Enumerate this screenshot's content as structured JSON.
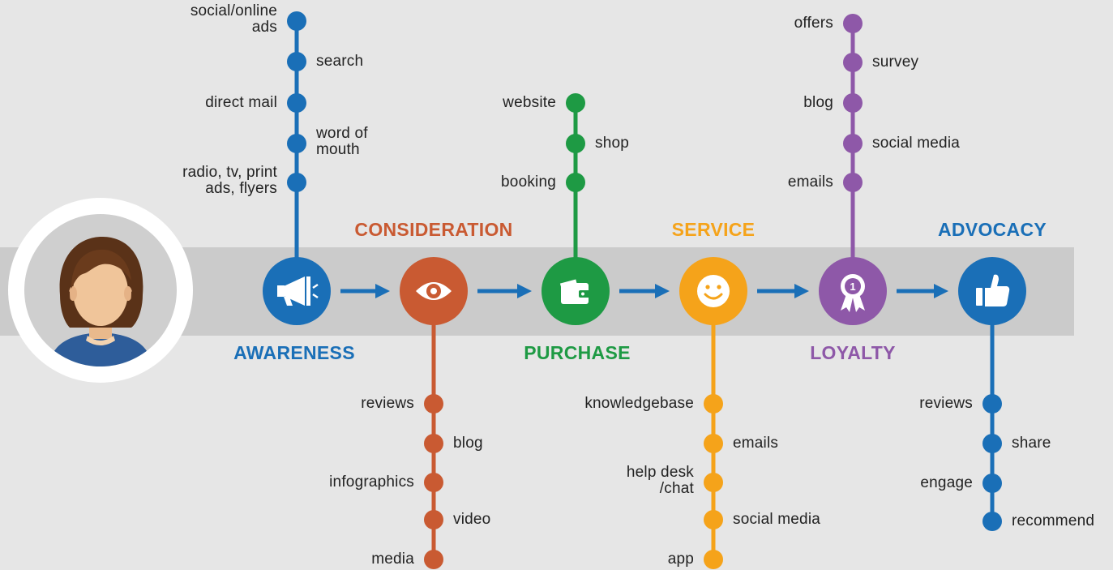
{
  "colors": {
    "awareness": "#1a6fb7",
    "consideration": "#c95a32",
    "purchase": "#1e9a44",
    "service": "#f5a31a",
    "loyalty": "#8e58a8",
    "advocacy": "#1a6fb7",
    "arrow": "#1a6fb7",
    "band": "#cbcbcb"
  },
  "stages": [
    {
      "id": "awareness",
      "title": "AWARENESS",
      "icon": "megaphone-icon",
      "touchpoints": [
        {
          "text": "social/online\nads",
          "side": "left"
        },
        {
          "text": "search",
          "side": "right"
        },
        {
          "text": "direct mail",
          "side": "left"
        },
        {
          "text": "word of\nmouth",
          "side": "right"
        },
        {
          "text": "radio, tv, print\nads, flyers",
          "side": "left"
        }
      ]
    },
    {
      "id": "consideration",
      "title": "CONSIDERATION",
      "icon": "eye-icon",
      "touchpoints": [
        {
          "text": "reviews",
          "side": "left"
        },
        {
          "text": "blog",
          "side": "right"
        },
        {
          "text": "infographics",
          "side": "left"
        },
        {
          "text": "video",
          "side": "right"
        },
        {
          "text": "media",
          "side": "left"
        }
      ]
    },
    {
      "id": "purchase",
      "title": "PURCHASE",
      "icon": "wallet-icon",
      "touchpoints": [
        {
          "text": "website",
          "side": "left"
        },
        {
          "text": "shop",
          "side": "right"
        },
        {
          "text": "booking",
          "side": "left"
        }
      ]
    },
    {
      "id": "service",
      "title": "SERVICE",
      "icon": "smiley-icon",
      "touchpoints": [
        {
          "text": "knowledgebase",
          "side": "left"
        },
        {
          "text": "emails",
          "side": "right"
        },
        {
          "text": "help desk\n/chat",
          "side": "left"
        },
        {
          "text": "social media",
          "side": "right"
        },
        {
          "text": "app",
          "side": "left"
        }
      ]
    },
    {
      "id": "loyalty",
      "title": "LOYALTY",
      "icon": "award-ribbon-icon",
      "badge_number": "1",
      "touchpoints": [
        {
          "text": "offers",
          "side": "left"
        },
        {
          "text": "survey",
          "side": "right"
        },
        {
          "text": "blog",
          "side": "left"
        },
        {
          "text": "social media",
          "side": "right"
        },
        {
          "text": "emails",
          "side": "left"
        }
      ]
    },
    {
      "id": "advocacy",
      "title": "ADVOCACY",
      "icon": "thumbs-up-icon",
      "touchpoints": [
        {
          "text": "reviews",
          "side": "left"
        },
        {
          "text": "share",
          "side": "right"
        },
        {
          "text": "engage",
          "side": "left"
        },
        {
          "text": "recommend",
          "side": "right"
        }
      ]
    }
  ],
  "persona_icon": "woman-avatar-icon"
}
